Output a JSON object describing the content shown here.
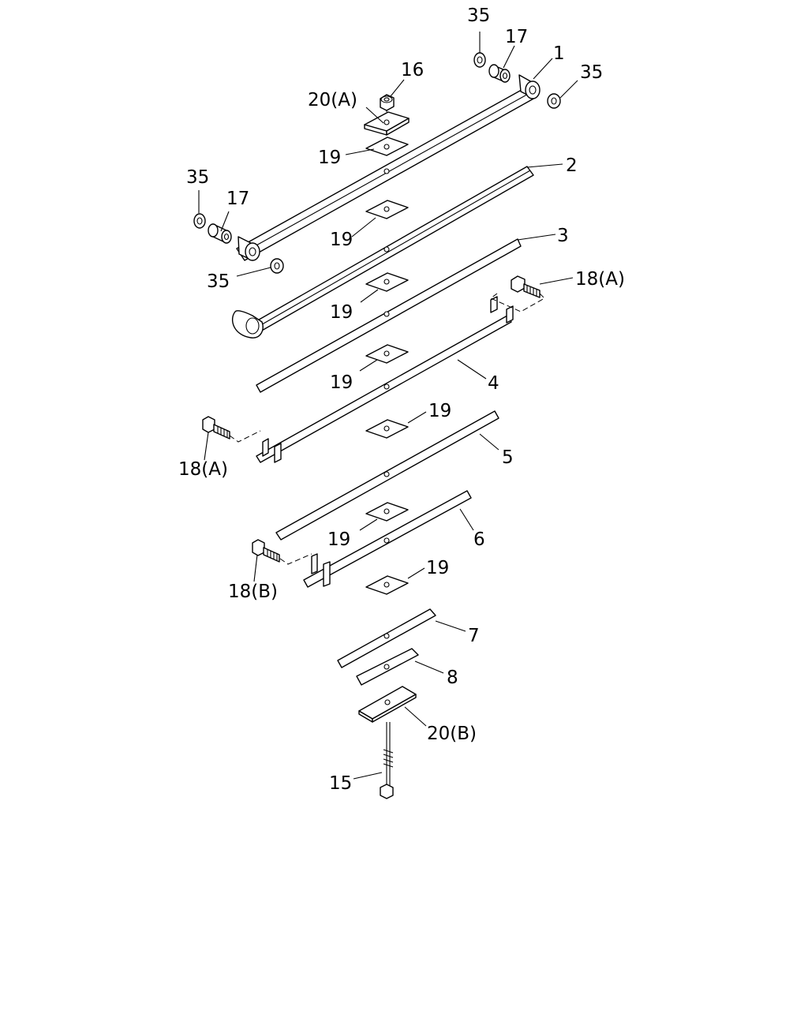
{
  "diagram": {
    "callouts": {
      "c1": "1",
      "c2": "2",
      "c3": "3",
      "c4": "4",
      "c5": "5",
      "c6": "6",
      "c7": "7",
      "c8": "8",
      "c15": "15",
      "c16": "16",
      "c17_top": "17",
      "c17_left": "17",
      "c18a_right": "18(A)",
      "c18a_left": "18(A)",
      "c18b": "18(B)",
      "c19_a": "19",
      "c19_b": "19",
      "c19_c": "19",
      "c19_d": "19",
      "c19_e": "19",
      "c19_f": "19",
      "c19_g": "19",
      "c20a": "20(A)",
      "c20b": "20(B)",
      "c35_top": "35",
      "c35_right": "35",
      "c35_left": "35",
      "c35_lower": "35"
    }
  }
}
